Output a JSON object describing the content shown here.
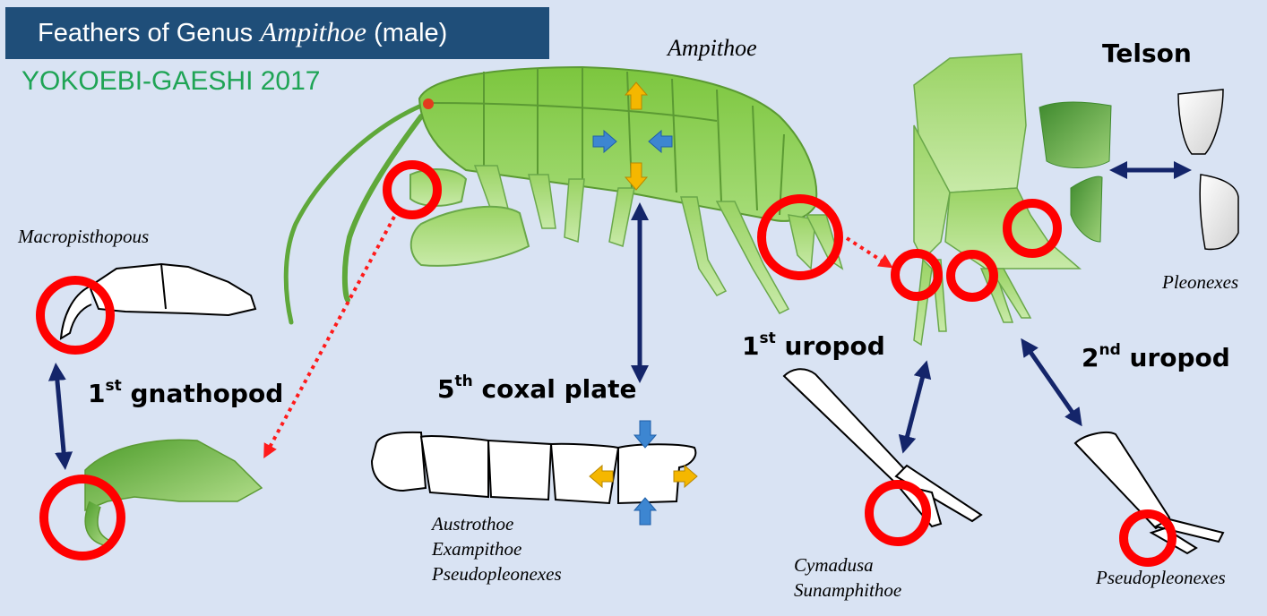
{
  "title": {
    "prefix": "Feathers of Genus ",
    "genus": "Ampithoe",
    "suffix": " (male)"
  },
  "credit": "YOKOEBI-GAESHI 2017",
  "main_specimen": "Ampithoe",
  "features": {
    "gnathopod": {
      "num": "1",
      "sup": "st",
      "name": "gnathopod"
    },
    "coxal": {
      "num": "5",
      "sup": "th",
      "name": "coxal plate"
    },
    "uropod1": {
      "num": "1",
      "sup": "st",
      "name": "uropod"
    },
    "uropod2": {
      "num": "2",
      "sup": "nd",
      "name": "uropod"
    },
    "telson": "Telson"
  },
  "genera": {
    "gnathopod": "Macropisthopous",
    "coxal": [
      "Austrothoe",
      "Exampithoe",
      "Pseudopleonexes"
    ],
    "uropod1": [
      "Cymadusa",
      "Sunamphithoe"
    ],
    "uropod2": "Pseudopleonexes",
    "telson": "Pleonexes"
  },
  "colors": {
    "background": "#d9e3f3",
    "title_bar": "#1f4e79",
    "credit_text": "#1fa455",
    "highlight_ring": "#ff0000",
    "arrow_navy": "#14256a",
    "arrow_blue": "#3d86d1",
    "arrow_yellow": "#f5b700",
    "body_green": "#8fd14f"
  },
  "icons": [
    "highlight-ring-icon",
    "double-arrow-icon",
    "dotted-arrow-icon",
    "inward-arrow-icon",
    "outward-arrow-icon"
  ]
}
